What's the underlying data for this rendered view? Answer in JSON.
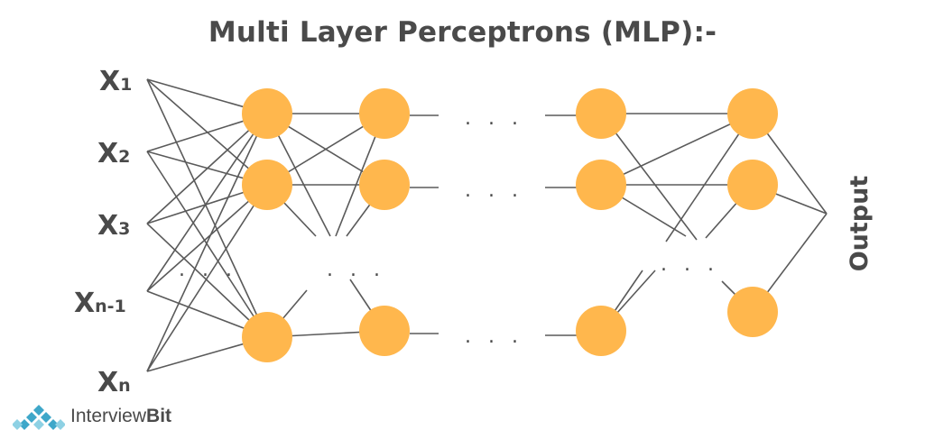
{
  "title": "Multi Layer Perceptrons (MLP):-",
  "inputs": [
    {
      "base": "X",
      "sub": "1"
    },
    {
      "base": "X",
      "sub": "2"
    },
    {
      "base": "X",
      "sub": "3"
    },
    {
      "base": "X",
      "sub": "n-1"
    },
    {
      "base": "X",
      "sub": "n"
    }
  ],
  "output_label": "Output",
  "ellipsis": "...",
  "brand": {
    "part1": "Interview",
    "part2": "Bit"
  },
  "colors": {
    "node": "#FFB74D",
    "line": "#5a5a5a",
    "text": "#4a4a4a"
  }
}
